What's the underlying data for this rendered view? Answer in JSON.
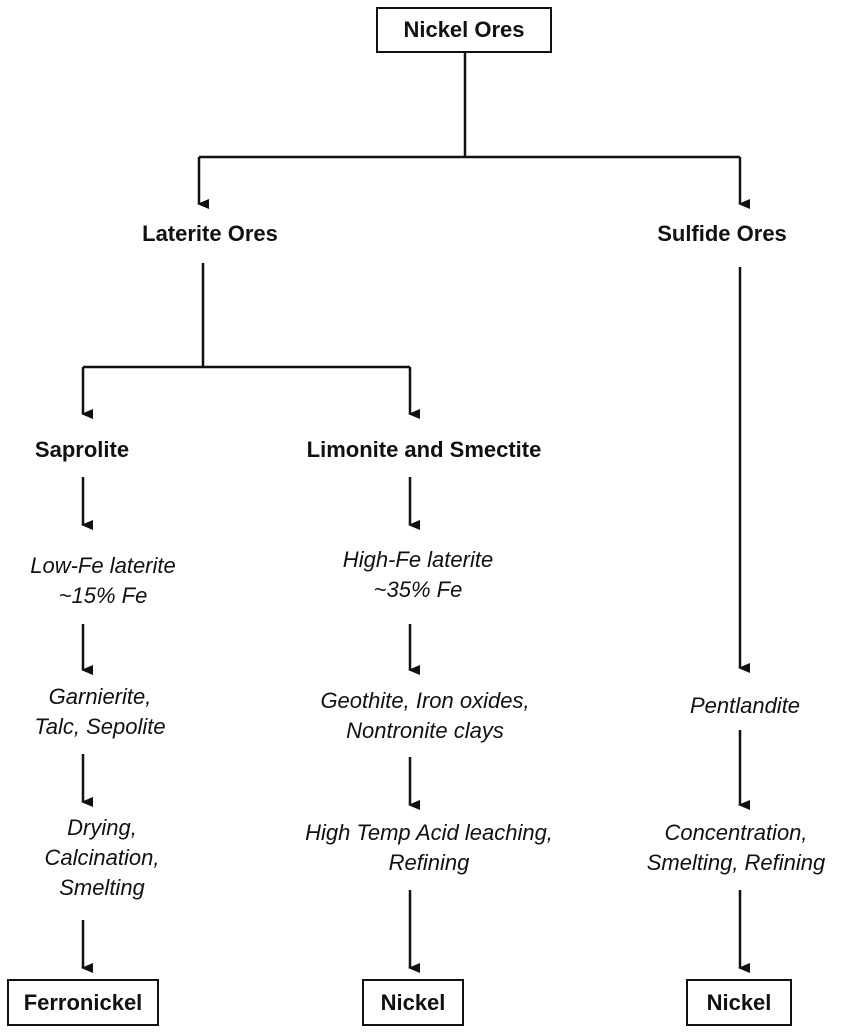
{
  "root": {
    "label": "Nickel Ores"
  },
  "laterite": {
    "label": "Laterite Ores"
  },
  "sulfide": {
    "label": "Sulfide Ores"
  },
  "saprolite": {
    "label": "Saprolite",
    "composition": [
      "Low-Fe laterite",
      "~15% Fe"
    ],
    "minerals": [
      "Garnierite,",
      "Talc, Sepolite"
    ],
    "process": [
      "Drying,",
      "Calcination,",
      "Smelting"
    ],
    "product": "Ferronickel"
  },
  "limonite": {
    "label": "Limonite and  Smectite",
    "composition": [
      "High-Fe laterite",
      "~35% Fe"
    ],
    "minerals": [
      "Geothite, Iron oxides,",
      "Nontronite clays"
    ],
    "process": [
      "High Temp Acid leaching,",
      "Refining"
    ],
    "product": "Nickel"
  },
  "sulfide_branch": {
    "mineral": "Pentlandite",
    "process": [
      "Concentration,",
      "Smelting, Refining"
    ],
    "product": "Nickel"
  }
}
